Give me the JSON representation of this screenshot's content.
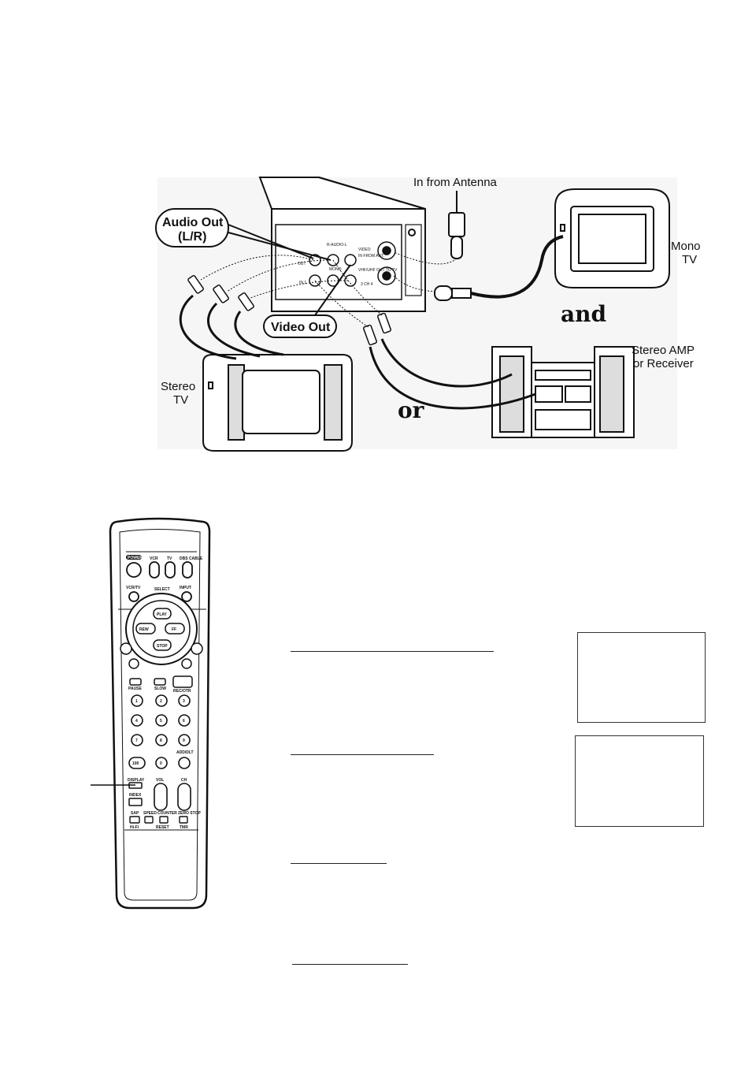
{
  "diagram": {
    "labels": {
      "antenna": "In from Antenna",
      "mono_tv_1": "Mono",
      "mono_tv_2": "TV",
      "and": "and",
      "or": "or",
      "stereo_amp_1": "Stereo AMP",
      "stereo_amp_2": "or Receiver",
      "stereo_tv_1": "Stereo",
      "stereo_tv_2": "TV",
      "audio_out_1": "Audio Out",
      "audio_out_2": "(L/R)",
      "video_out": "Video Out"
    },
    "vcr_panel": {
      "audio": "R-AUDIO-L",
      "video": "VIDEO",
      "in_from_ant": "IN FROM ANT.",
      "out_to_tv": "VHF/UHF OUT TO TV",
      "out": "OUT",
      "mono": "MONO",
      "in1": "IN 1",
      "ch34": "3 CH 4"
    }
  },
  "remote": {
    "top_row": [
      "POWER",
      "VCR",
      "TV",
      "DBS CABLE"
    ],
    "second_row": [
      "VCR/TV",
      "SELECT",
      "INPUT"
    ],
    "transport": {
      "play": "PLAY",
      "rew": "REW",
      "ff": "FF",
      "stop": "STOP"
    },
    "third_row": [
      "PAUSE",
      "SLOW",
      "REC/OTR"
    ],
    "numbers": [
      "1",
      "2",
      "3",
      "4",
      "5",
      "6",
      "7",
      "8",
      "9",
      "100",
      "0",
      "ADD/DLT"
    ],
    "lower": {
      "display": "DISPLAY",
      "vol": "VOL",
      "ch": "CH",
      "index": "INDEX",
      "sap": "SAP",
      "speed": "SPEED",
      "counter": "COUNTER",
      "zero_stop": "ZERO STOP",
      "reset": "RESET",
      "hifi": "Hi-Fi",
      "tmr": "TMR"
    }
  }
}
